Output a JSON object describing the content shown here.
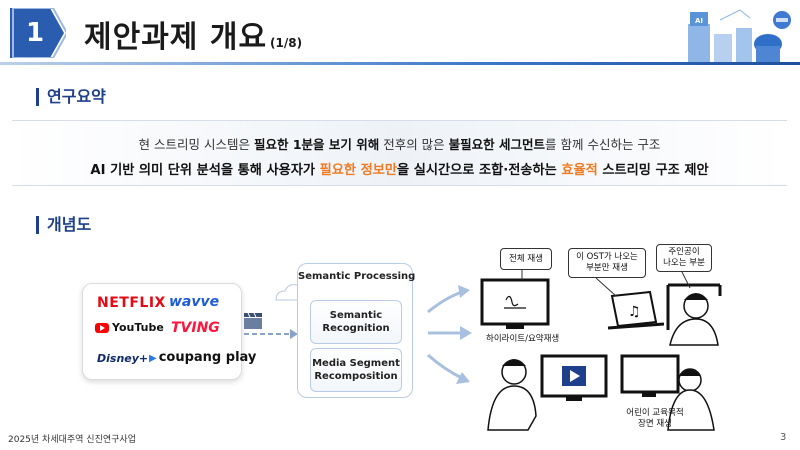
{
  "header": {
    "number": "1",
    "title": "제안과제 개요",
    "page_indicator": "(1/8)"
  },
  "sections": {
    "summary_title": "연구요약",
    "concept_title": "개념도"
  },
  "summary": {
    "line1": {
      "p1": "현 스트리밍 시스템은 ",
      "b1": "필요한 1분을 보기 위해",
      "p2": " 전후의 많은 ",
      "b2": "불필요한 세그먼트",
      "p3": "를 함께 수신하는 구조"
    },
    "line2": {
      "p1": "AI 기반 의미 단위 분석을 통해 사용자가 ",
      "o1": "필요한 정보만",
      "p2": "을 실시간으로 조합·전송하는 ",
      "o2": "효율적",
      "p3": " 스트리밍 구조 제안"
    }
  },
  "services": {
    "netflix": "NETFLIX",
    "wavve": "wavve",
    "youtube": "YouTube",
    "tving": "TVING",
    "disney": "Disney+",
    "coupang": "coupang play"
  },
  "processing": {
    "title": "Semantic Processing",
    "step1": "Semantic Recognition",
    "step2": "Media Segment Recomposition"
  },
  "scenarios": {
    "bubble1": "전체 재생",
    "bubble2a": "이 OST가 나오는",
    "bubble2b": "부분만 재생",
    "bubble3a": "주인공이",
    "bubble3b": "나오는 부분",
    "caption1": "하이라이트/요약재생",
    "caption2a": "어린이 교육목적",
    "caption2b": "장면 재생"
  },
  "footer": {
    "org": "2025년  차세대주역 신진연구사업",
    "page": "3"
  },
  "colors": {
    "accent": "#1e3f8a",
    "highlight": "#f07a22",
    "badge": "#2a5db0"
  }
}
